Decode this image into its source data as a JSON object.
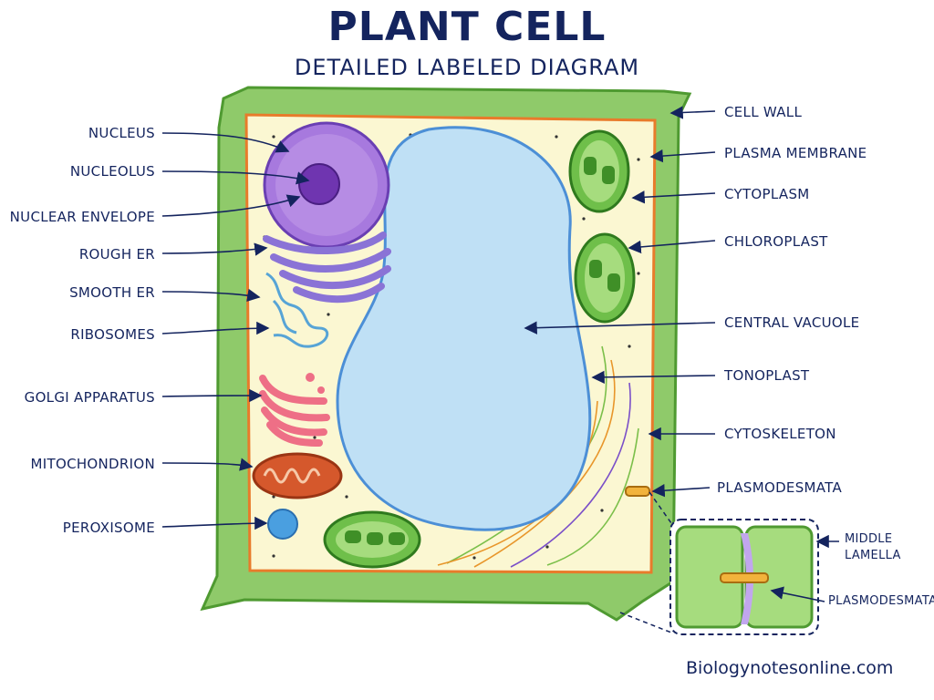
{
  "title": "PLANT CELL",
  "subtitle": "DETAILED LABELED DIAGRAM",
  "labels_left": [
    "NUCLEUS",
    "NUCLEOLUS",
    "NUCLEAR ENVELOPE",
    "ROUGH ER",
    "SMOOTH ER",
    "RIBOSOMES",
    "GOLGI APPARATUS",
    "MITOCHONDRION",
    "PEROXISOME"
  ],
  "labels_right": [
    "CELL WALL",
    "PLASMA MEMBRANE",
    "CYTOPLASM",
    "CHLOROPLAST",
    "CENTRAL VACUOLE",
    "TONOPLAST",
    "CYTOSKELETON",
    "PLASMODESMATA"
  ],
  "inset_labels": [
    "MIDDLE",
    "LAMELLA",
    "PLASMODESMATA"
  ],
  "credit": "Biologynotesonline.com",
  "colors": {
    "text": "#14245e",
    "cell_wall": "#8fca6a",
    "cytoplasm": "#fbf7d2",
    "vacuole": "#bfe0f5",
    "nucleus": "#a779de",
    "golgi": "#ee6f86",
    "mitochondrion": "#d5582c",
    "chloroplast": "#6fbf4a",
    "peroxisome": "#4a9fe0"
  }
}
